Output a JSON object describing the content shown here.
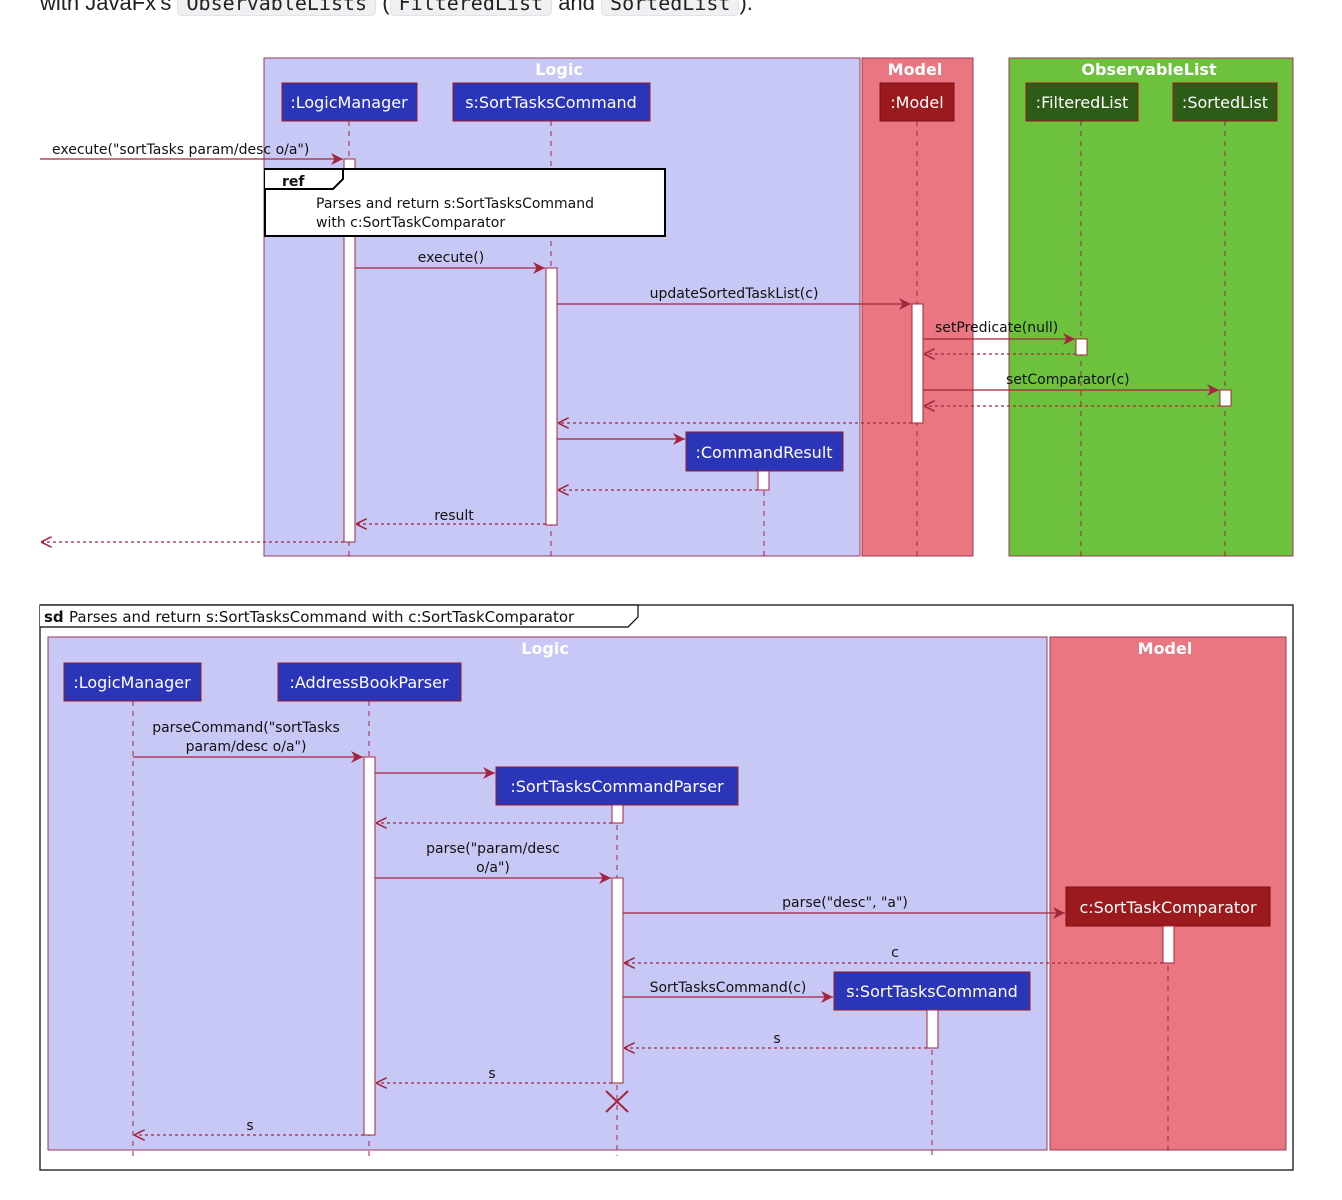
{
  "intro": {
    "prefix": "with JavaFx's",
    "code1": "ObservableLists",
    "open_paren": "(",
    "code2": "FilteredList",
    "and_word": "and",
    "code3": "SortedList",
    "close": ")."
  },
  "colors": {
    "logic_bg": "#c8c8f6",
    "model_bg": "#e97680",
    "observable_bg": "#6cc23d",
    "participant_blue": "#2b35b8",
    "participant_red": "#9b1a1e",
    "participant_green": "#2c5c16",
    "arrow": "#a3263e"
  },
  "diagram1": {
    "packages": {
      "logic": "Logic",
      "model": "Model",
      "observable": "ObservableList"
    },
    "participants": {
      "logic_manager": ":LogicManager",
      "sort_tasks_command": "s:SortTasksCommand",
      "model": ":Model",
      "filtered_list": ":FilteredList",
      "sorted_list": ":SortedList",
      "command_result": ":CommandResult"
    },
    "messages": {
      "execute_input": "execute(\"sortTasks param/desc o/a\")",
      "execute": "execute()",
      "update_sorted": "updateSortedTaskList(c)",
      "set_predicate": "setPredicate(null)",
      "set_comparator": "setComparator(c)",
      "result": "result"
    },
    "ref": {
      "tag": "ref",
      "line1": "Parses and return s:SortTasksCommand",
      "line2": "with c:SortTaskComparator"
    }
  },
  "diagram2": {
    "frame_tag": "sd",
    "frame_title": "Parses and return s:SortTasksCommand with c:SortTaskComparator",
    "packages": {
      "logic": "Logic",
      "model": "Model"
    },
    "participants": {
      "logic_manager": ":LogicManager",
      "address_book_parser": ":AddressBookParser",
      "sort_tasks_command_parser": ":SortTasksCommandParser",
      "sort_task_comparator": "c:SortTaskComparator",
      "sort_tasks_command": "s:SortTasksCommand"
    },
    "messages": {
      "parse_command_line1": "parseCommand(\"sortTasks",
      "parse_command_line2": "param/desc o/a\")",
      "parse_line1": "parse(\"param/desc",
      "parse_line2": "o/a\")",
      "parse_desc": "parse(\"desc\", \"a\")",
      "return_c": "c",
      "constructor": "SortTasksCommand(c)",
      "return_s1": "s",
      "return_s2": "s",
      "return_s3": "s"
    }
  }
}
